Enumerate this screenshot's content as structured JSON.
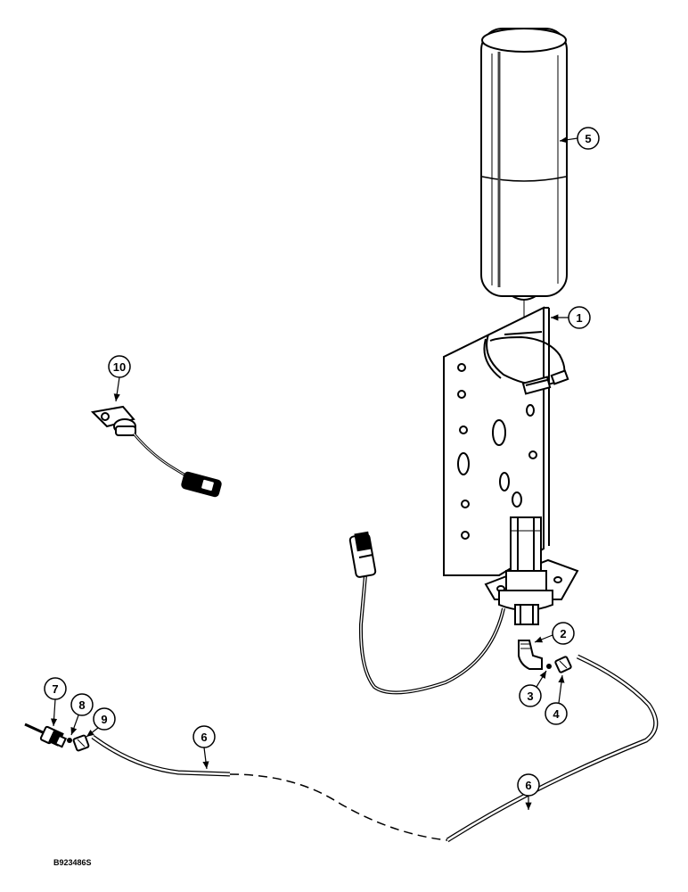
{
  "figure_id": "B923486S",
  "callouts": {
    "c1": "1",
    "c2": "2",
    "c3": "3",
    "c4": "4",
    "c5": "5",
    "c6a": "6",
    "c6b": "6",
    "c7": "7",
    "c8": "8",
    "c9": "9",
    "c10": "10"
  }
}
